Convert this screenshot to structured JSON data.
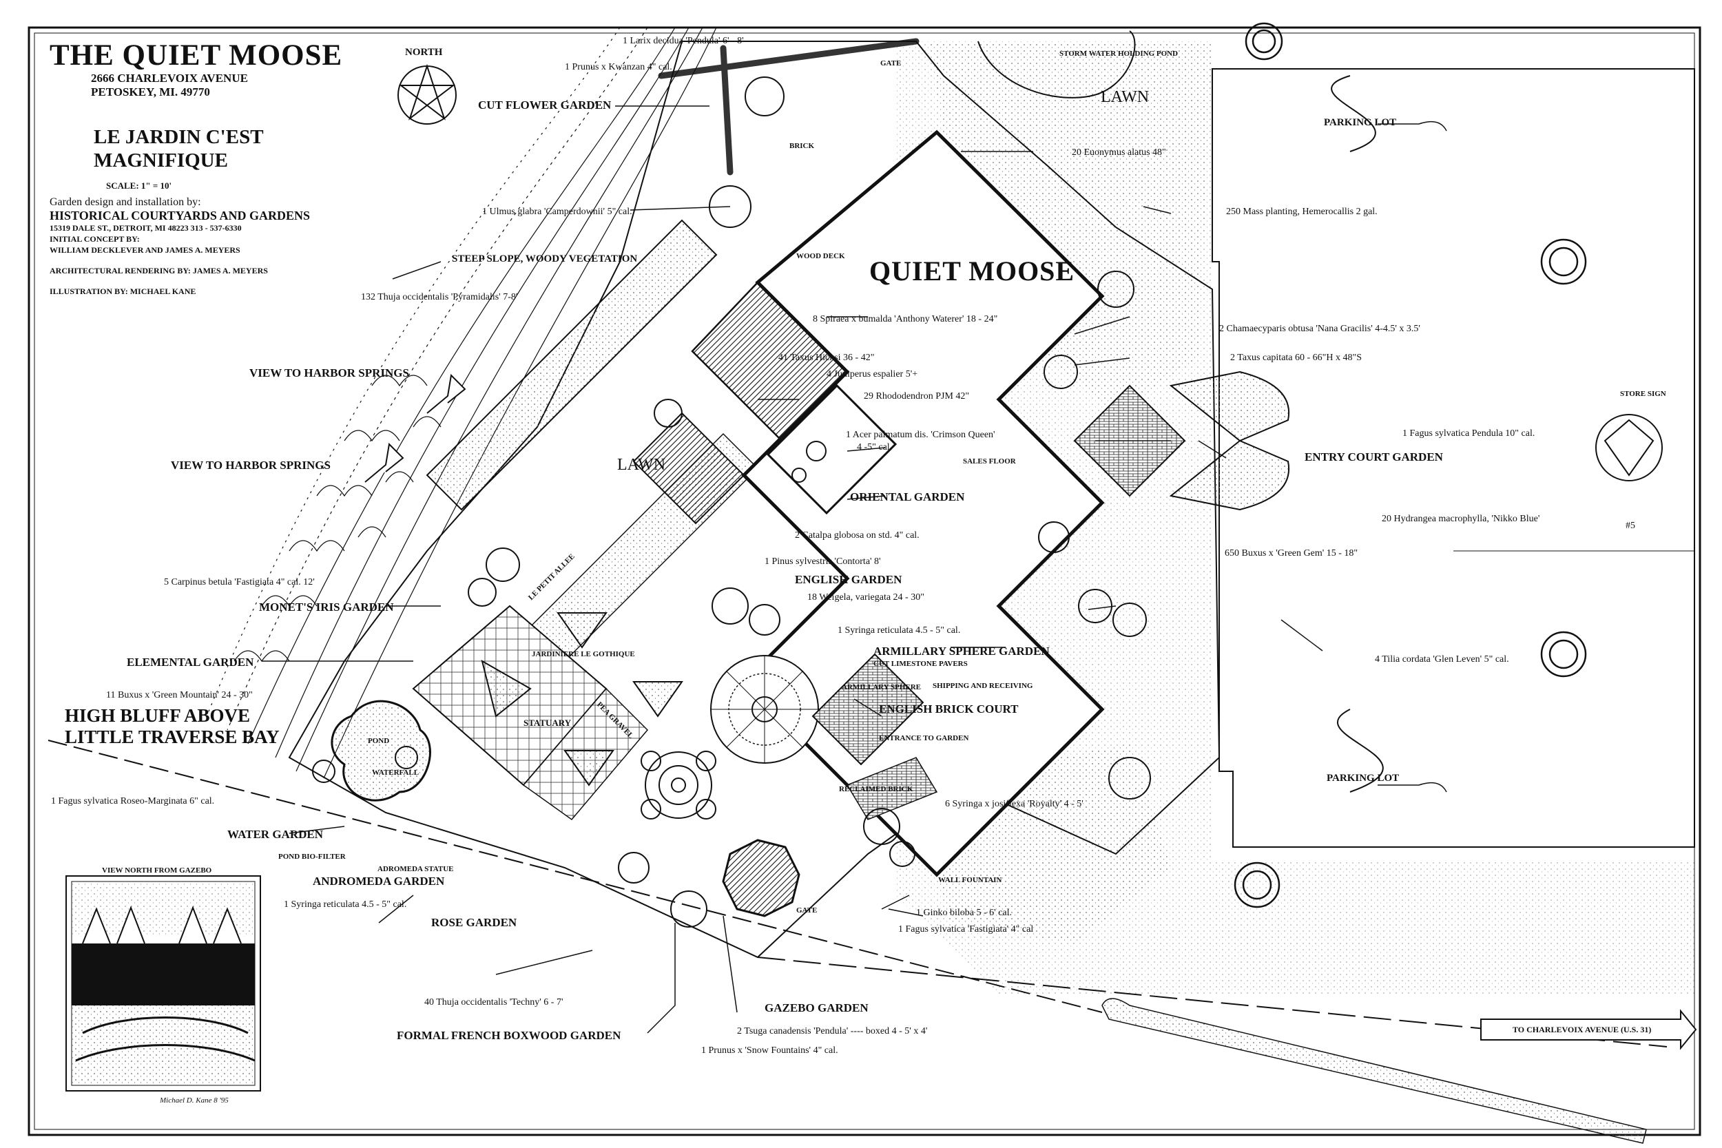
{
  "title": {
    "name": "THE QUIET MOOSE",
    "address_1": "2666 CHARLEVOIX AVENUE",
    "address_2": "PETOSKEY, MI.  49770",
    "subtitle": "LE JARDIN  C'EST MAGNIFIQUE",
    "scale": "SCALE:  1\" = 10'",
    "design_by": "Garden design and installation by:",
    "firm": "HISTORICAL COURTYARDS AND GARDENS",
    "firm_address": "15319 DALE ST., DETROIT, MI 48223  313 - 537-6330",
    "concept_label": "INITIAL CONCEPT BY:",
    "concept_names": "WILLIAM DECKLEVER AND JAMES A. MEYERS",
    "rendering": "ARCHITECTURAL RENDERING BY: JAMES A. MEYERS",
    "illustration": "ILLUSTRATION BY: MICHAEL KANE"
  },
  "north_label": "NORTH",
  "building_name": "QUIET MOOSE",
  "bluff_label": "HIGH BLUFF ABOVE LITTLE TRAVERSE BAY",
  "to_road": "TO CHARLEVOIX AVENUE  (U.S. 31)",
  "vignette_title": "VIEW NORTH FROM GAZEBO",
  "vignette_signature": "Michael D. Kane  8 '95",
  "gardens": {
    "cut_flower": "CUT FLOWER GARDEN",
    "steep_slope": "STEEP SLOPE,  WOODY VEGETATION",
    "view_harbor_1": "VIEW TO HARBOR SPRINGS",
    "view_harbor_2": "VIEW TO HARBOR SPRINGS",
    "monets_iris": "MONET'S IRIS GARDEN",
    "elemental": "ELEMENTAL GARDEN",
    "water": "WATER GARDEN",
    "andromeda": "ANDROMEDA GARDEN",
    "rose": "ROSE GARDEN",
    "formal_french": "FORMAL FRENCH BOXWOOD GARDEN",
    "gazebo": "GAZEBO GARDEN",
    "english_brick": "ENGLISH BRICK COURT",
    "armillary": "ARMILLARY SPHERE GARDEN",
    "english": "ENGLISH GARDEN",
    "oriental": "ORIENTAL GARDEN",
    "entry_court": "ENTRY COURT  GARDEN",
    "parking_1": "PARKING LOT",
    "parking_2": "PARKING LOT",
    "store_sign": "STORE SIGN"
  },
  "small_labels": {
    "storm_pond": "STORM WATER HOLDING POND",
    "gate_top": "GATE",
    "brick": "BRICK",
    "wood_deck": "WOOD DECK",
    "sales_floor": "SALES FLOOR",
    "cut_limestone": "CUT LIMESTONE PAVERS",
    "shipping": "SHIPPING AND RECEIVING",
    "armillary_sphere": "ARMILLARY SPHERE",
    "entrance": "ENTRANCE TO GARDEN",
    "reclaimed": "RECLAIMED BRICK",
    "jardiniere": "JARDINIERE LE GOTHIQUE",
    "le_petit_allee": "LE PETIT ALLEE",
    "statuary": "STATUARY",
    "pea_gravel": "PEA GRAVEL",
    "pond": "POND",
    "waterfall": "WATERFALL",
    "pond_biofilter": "POND BIO-FILTER",
    "andromeda_statue": "ADROMEDA  STATUE",
    "wall_fountain": "WALL FOUNTAIN",
    "gate_bottom": "GATE",
    "lawn_top": "LAWN",
    "lawn_mid": "LAWN"
  },
  "plants": [
    {
      "id": "larix",
      "text": "1   Larix decidua 'Pendula'  6' - 8'"
    },
    {
      "id": "prunus_kwanzan",
      "text": "1   Prunus x Kwanzan   4\" cal."
    },
    {
      "id": "euonymus",
      "text": "20   Euonymus alatus  48\""
    },
    {
      "id": "ulmus",
      "text": "1   Ulmus glabra 'Camperdownii'  5\" cal."
    },
    {
      "id": "hemerocallis",
      "text": "250   Mass planting, Hemerocallis   2 gal."
    },
    {
      "id": "thuja_pyr",
      "text": "132   Thuja occidentalis 'Pyramidalis'  7-8'"
    },
    {
      "id": "spiraea",
      "text": "8   Spiraea x bumalda 'Anthony Waterer'   18 - 24\""
    },
    {
      "id": "chamaecyparis",
      "text": "2   Chamaecyparis obtusa 'Nana Gracilis'   4-4.5' x 3.5'"
    },
    {
      "id": "taxus_hicksi",
      "text": "41   Taxus Hicksi   36 - 42\""
    },
    {
      "id": "taxus_capitata",
      "text": "2   Taxus capitata 60 - 66\"H  x 48\"S"
    },
    {
      "id": "juniperus",
      "text": "4   Juniperus espalier  5'+"
    },
    {
      "id": "rhododendron",
      "text": "29   Rhododendron PJM  42\""
    },
    {
      "id": "fagus_pendula",
      "text": "1   Fagus sylvatica Pendula 10\" cal."
    },
    {
      "id": "acer",
      "text": "1   Acer palmatum dis.  'Crimson Queen'"
    },
    {
      "id": "acer_cal",
      "text": "4 -5\" cal."
    },
    {
      "id": "hydrangea",
      "text": "20   Hydrangea macrophylla, 'Nikko Blue'"
    },
    {
      "id": "sign_no",
      "text": "#5"
    },
    {
      "id": "catalpa",
      "text": "2   Catalpa globosa on std.  4\" cal."
    },
    {
      "id": "buxus_gem",
      "text": "650   Buxus x 'Green Gem'   15 - 18\""
    },
    {
      "id": "pinus",
      "text": "1   Pinus sylvestris 'Contorta'  8'"
    },
    {
      "id": "carpinus",
      "text": "5   Carpinus betula 'Fastigiata  4\" cal.  12'"
    },
    {
      "id": "weigela",
      "text": "18   Weigela, variegata  24 - 30\""
    },
    {
      "id": "syringa_ret_1",
      "text": "1   Syringa reticulata 4.5 - 5\" cal."
    },
    {
      "id": "tilia",
      "text": "4   Tilia cordata 'Glen Leven' 5\" cal."
    },
    {
      "id": "buxus_mountain",
      "text": "11   Buxus x 'Green Mountain' 24 - 30\""
    },
    {
      "id": "fagus_roseo",
      "text": "1   Fagus sylvatica Roseo-Marginata  6\" cal."
    },
    {
      "id": "syringa_royalty",
      "text": "6   Syringa x josiflexa 'Royalty' 4 - 5'"
    },
    {
      "id": "syringa_ret_2",
      "text": "1   Syringa reticulata  4.5 - 5\" cal."
    },
    {
      "id": "ginko",
      "text": "1   Ginko biloba   5 - 6' cal."
    },
    {
      "id": "fagus_fastigiata",
      "text": "1   Fagus sylvatica 'Fastigiata'   4\" cal"
    },
    {
      "id": "thuja_techny",
      "text": "40   Thuja occidentalis 'Techny'  6 - 7'"
    },
    {
      "id": "tsuga",
      "text": "2   Tsuga canadensis 'Pendula'  ---- boxed 4 - 5' x 4'"
    },
    {
      "id": "prunus_snow",
      "text": "1   Prunus  x  'Snow Fountains'   4\" cal."
    }
  ],
  "colors": {
    "ink": "#111111",
    "paper": "#ffffff",
    "stipple": "#9a9a9a"
  }
}
